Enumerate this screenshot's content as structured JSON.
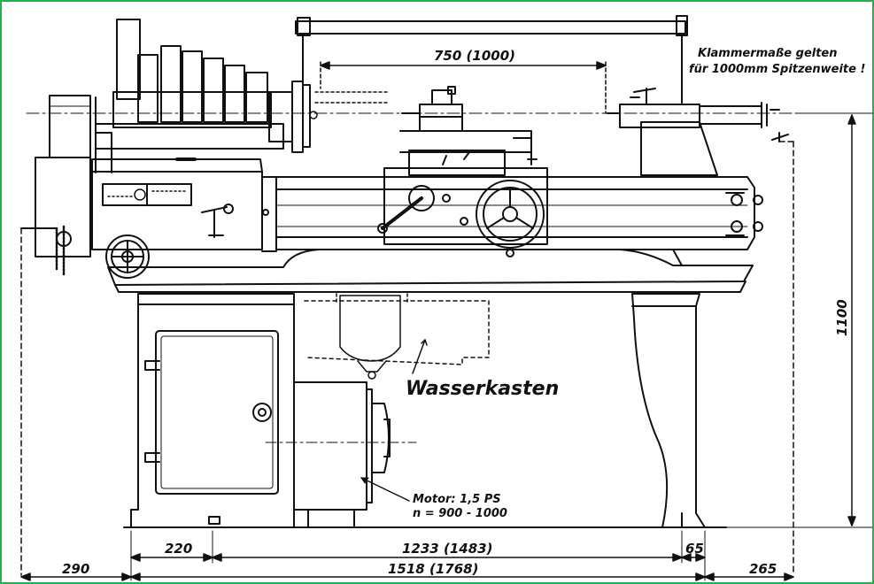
{
  "drawing": {
    "annotations": {
      "clamp_note_line1": "Klammermaße gelten",
      "clamp_note_line2": "für 1000mm Spitzenweite !",
      "water_tank": "Wasserkasten",
      "motor_line1": "Motor: 1,5 PS",
      "motor_line2": "n = 900 - 1000"
    },
    "dimensions": {
      "center_distance": "750 (1000)",
      "height": "1100",
      "foot_left": "220",
      "bed_span": "1233 (1483)",
      "foot_right": "65",
      "overall_length": "1518 (1768)",
      "left_overhang": "290",
      "right_overhang": "265"
    }
  },
  "colors": {
    "line": "#111111",
    "frame_green": "#22b14c",
    "background": "#ffffff"
  }
}
